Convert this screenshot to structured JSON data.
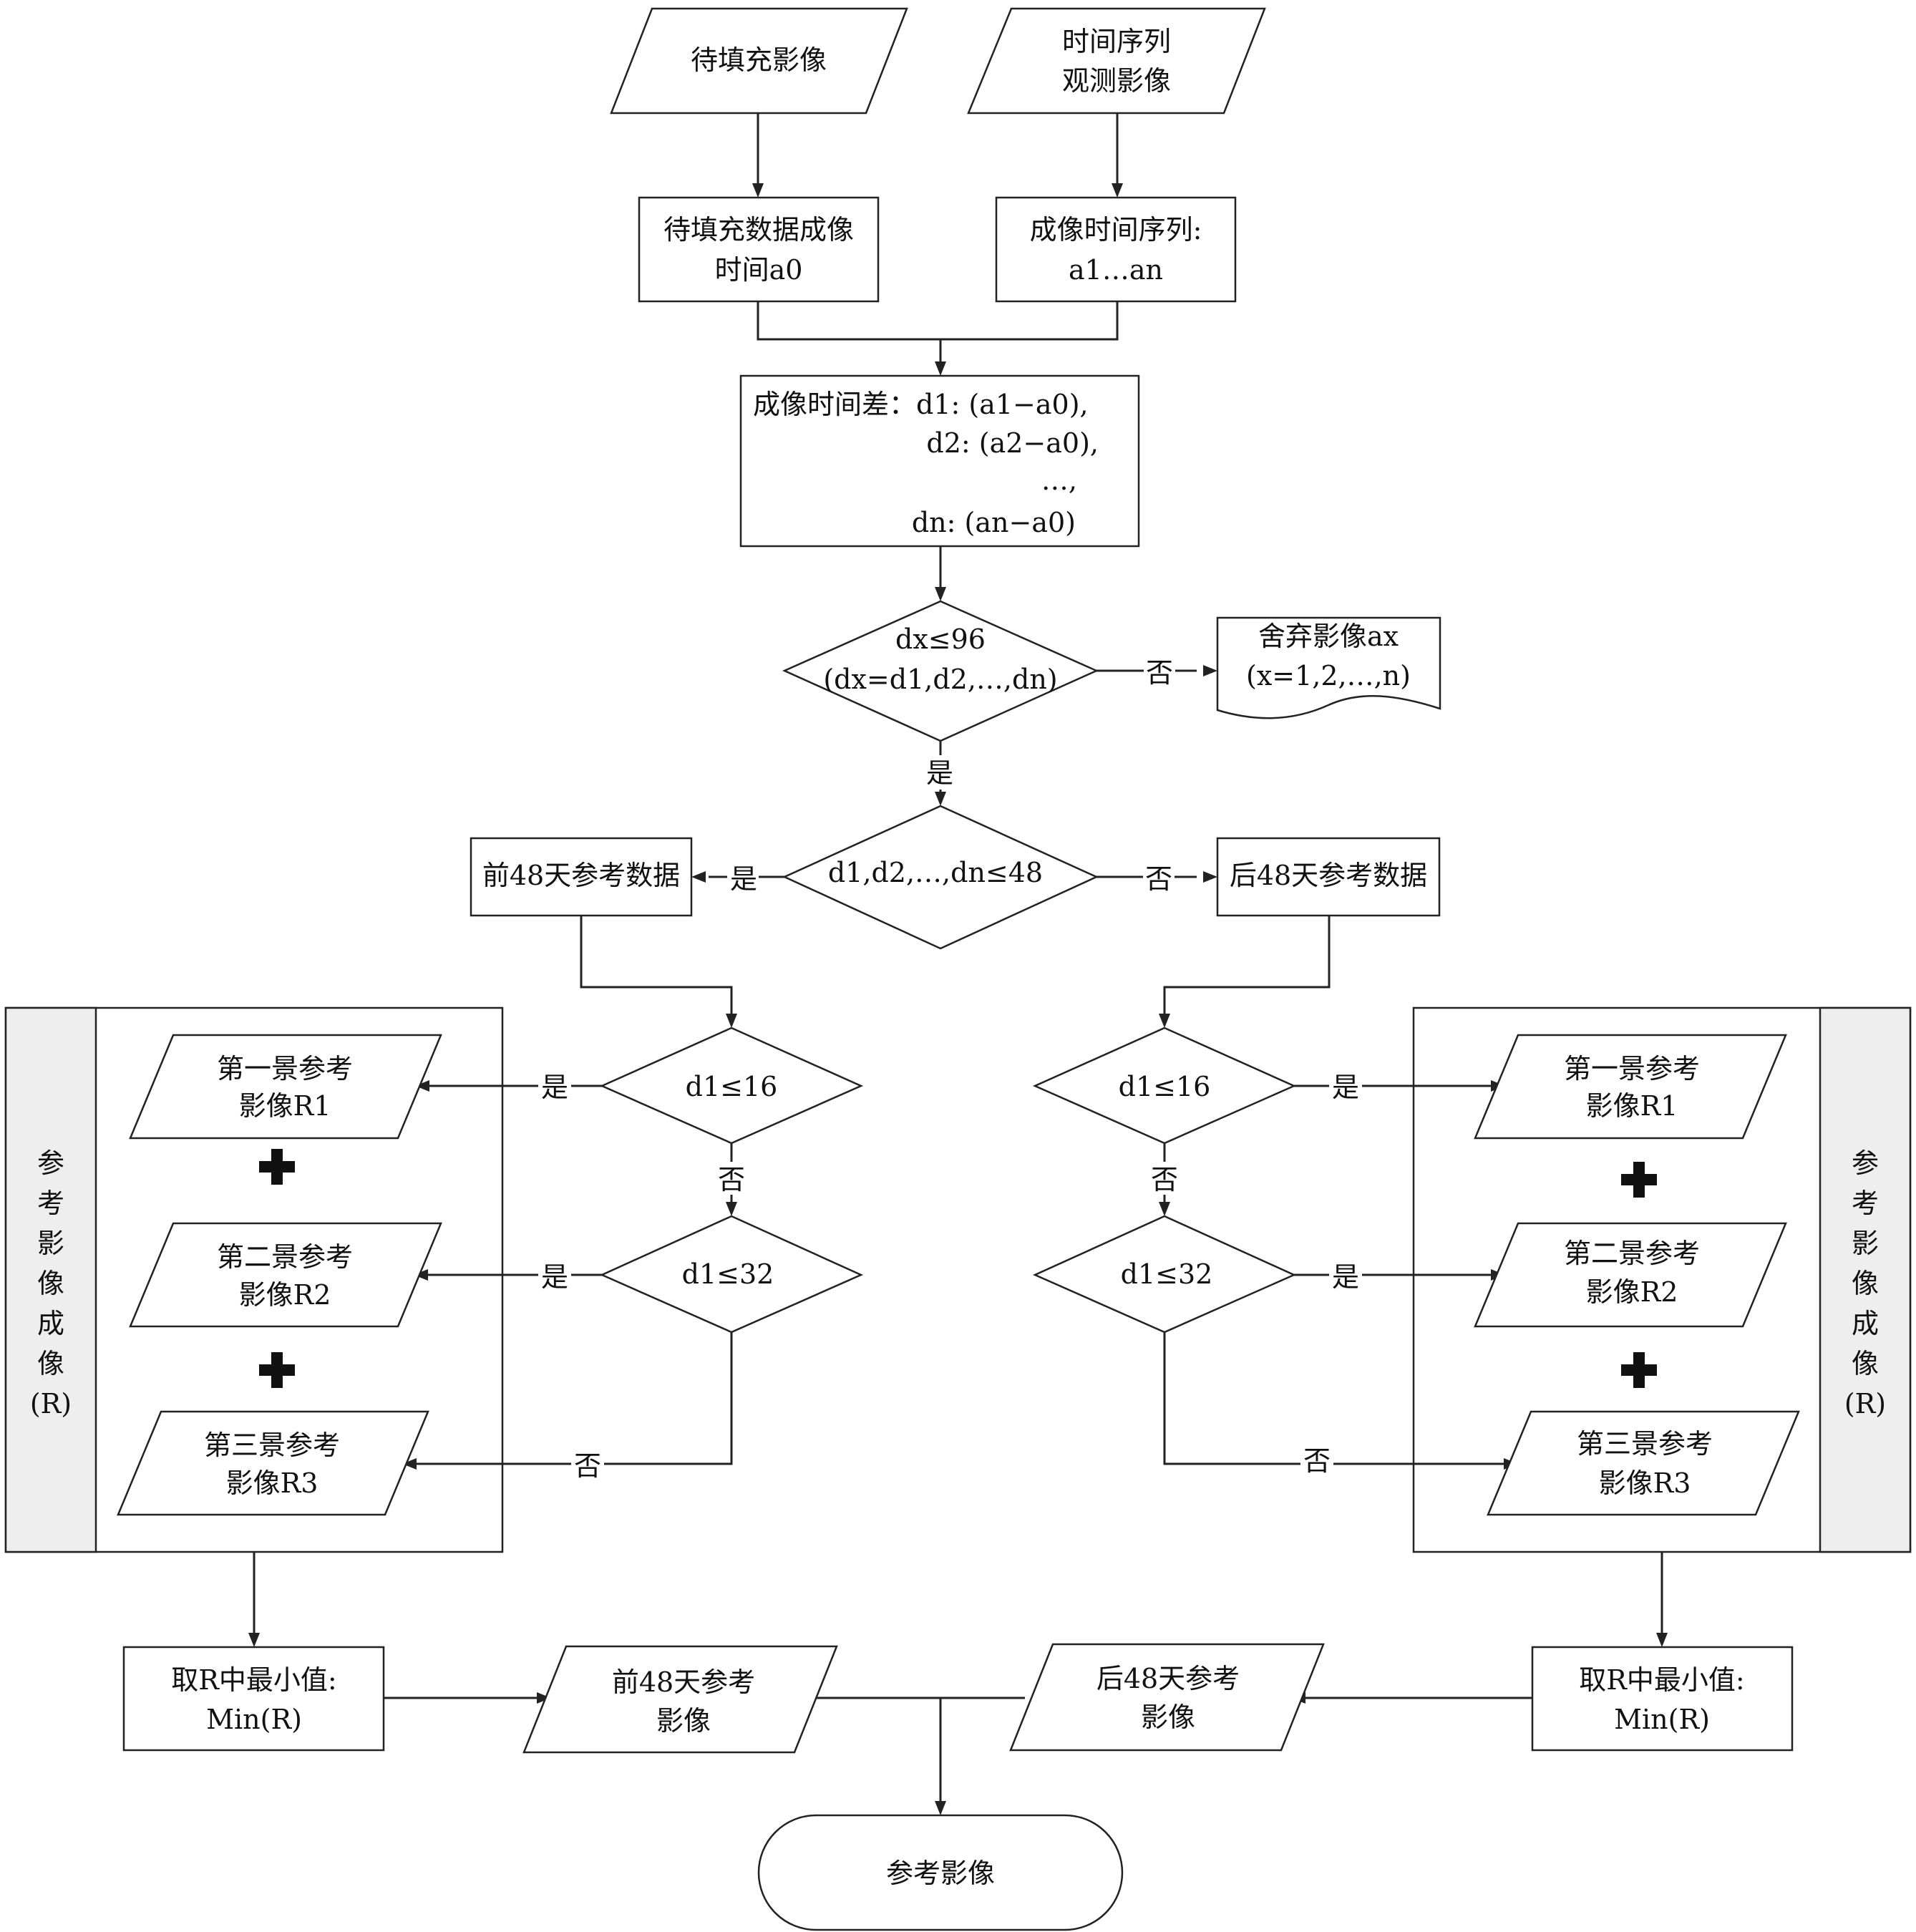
{
  "nodes": {
    "input_image": {
      "lines": [
        "待填充影像"
      ]
    },
    "ts_images": {
      "lines": [
        "时间序列",
        "观测影像"
      ]
    },
    "fill_time": {
      "lines": [
        "待填充数据成像",
        "时间a0"
      ]
    },
    "ts_times": {
      "lines": [
        "成像时间序列:",
        "a1…an"
      ]
    },
    "time_diff": {
      "lines": [
        "成像时间差：d1: (a1−a0),",
        "d2: (a2−a0),",
        "…,",
        "dn: (an−a0)"
      ]
    },
    "dec_96": {
      "lines": [
        "dx≤96",
        "(dx=d1,d2,…,dn)"
      ]
    },
    "discard": {
      "lines": [
        "舍弃影像ax",
        "(x=1,2,…,n)"
      ]
    },
    "dec_48": {
      "lines": [
        "d1,d2,…,dn≤48"
      ]
    },
    "prev48": {
      "lines": [
        "前48天参考数据"
      ]
    },
    "next48": {
      "lines": [
        "后48天参考数据"
      ]
    },
    "l_dec16": {
      "lines": [
        "d1≤16"
      ]
    },
    "l_dec32": {
      "lines": [
        "d1≤32"
      ]
    },
    "r_dec16": {
      "lines": [
        "d1≤16"
      ]
    },
    "r_dec32": {
      "lines": [
        "d1≤32"
      ]
    },
    "l_r1": {
      "lines": [
        "第一景参考",
        "影像R1"
      ]
    },
    "l_r2": {
      "lines": [
        "第二景参考",
        "影像R2"
      ]
    },
    "l_r3": {
      "lines": [
        "第三景参考",
        "影像R3"
      ]
    },
    "r_r1": {
      "lines": [
        "第一景参考",
        "影像R1"
      ]
    },
    "r_r2": {
      "lines": [
        "第二景参考",
        "影像R2"
      ]
    },
    "r_r3": {
      "lines": [
        "第三景参考",
        "影像R3"
      ]
    },
    "l_min": {
      "lines": [
        "取R中最小值:",
        "Min(R)"
      ]
    },
    "r_min": {
      "lines": [
        "取R中最小值:",
        "Min(R)"
      ]
    },
    "prev48_img": {
      "lines": [
        "前48天参考",
        "影像"
      ]
    },
    "next48_img": {
      "lines": [
        "后48天参考",
        "影像"
      ]
    },
    "final": {
      "lines": [
        "参考影像"
      ]
    }
  },
  "group_label": [
    "参",
    "考",
    "影",
    "像",
    "成",
    "像",
    "(R)"
  ],
  "edge_labels": {
    "yes": "是",
    "no": "否"
  },
  "colors": {
    "stroke": "#222222",
    "strip_fill": "#eeeeee",
    "text": "#111111"
  }
}
